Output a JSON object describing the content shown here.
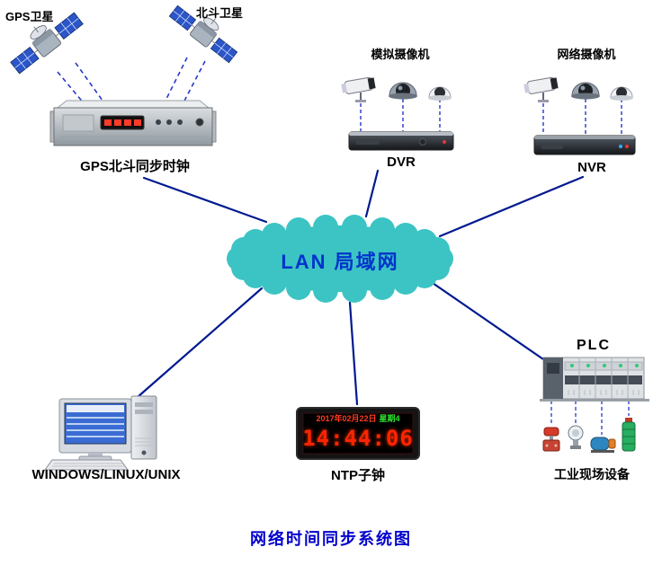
{
  "title": "网络时间同步系统图",
  "cloud": {
    "label": "LAN 局域网"
  },
  "satellites": {
    "gps": {
      "label": "GPS卫星"
    },
    "beidou": {
      "label": "北斗卫星"
    }
  },
  "time_server": {
    "label": "GPS北斗同步时钟"
  },
  "analog_group": {
    "label": "模拟摄像机",
    "recorder": "DVR"
  },
  "network_group": {
    "label": "网络摄像机",
    "recorder": "NVR"
  },
  "workstation": {
    "label": "WINDOWS/LINUX/UNIX"
  },
  "ntp_clock": {
    "label": "NTP子钟",
    "date": "2017年02月22日",
    "weekday": "星期4",
    "time": "14:44:06"
  },
  "plc": {
    "label": "PLC"
  },
  "field_devices": {
    "label": "工业现场设备"
  },
  "colors": {
    "cloud_fill": "#3cc4c4",
    "cloud_text": "#0033cc",
    "line": "#001a8f",
    "dashed_line": "#2438c8",
    "title_text": "#0000cc",
    "led_red": "#ff2400",
    "led_green": "#2ee62e"
  }
}
